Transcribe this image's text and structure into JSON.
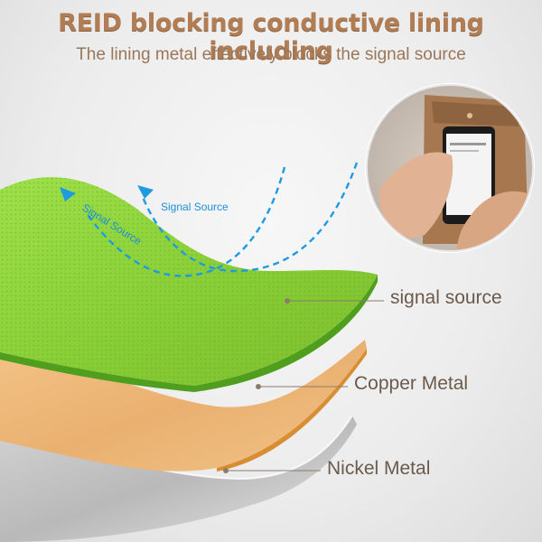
{
  "header": {
    "title": "REID blocking conductive lining including",
    "subtitle": "The lining metal effectively blocks the signal source"
  },
  "annotations": {
    "signal_source_label": "Signal Source",
    "signal_source_label_rotated": "Signal Source"
  },
  "layers": [
    {
      "name": "signal source",
      "color": "#8fd23a"
    },
    {
      "name": "Copper Metal",
      "color": "#e9a54a"
    },
    {
      "name": "Nickel Metal",
      "color": "#bfbfbf"
    }
  ],
  "colors": {
    "title": "#b07d55",
    "signal_arrow": "#1e9be0",
    "label_text": "#6b5a4c"
  },
  "icons": [
    "phone-in-wallet-photo",
    "signal-arrow-icon"
  ]
}
